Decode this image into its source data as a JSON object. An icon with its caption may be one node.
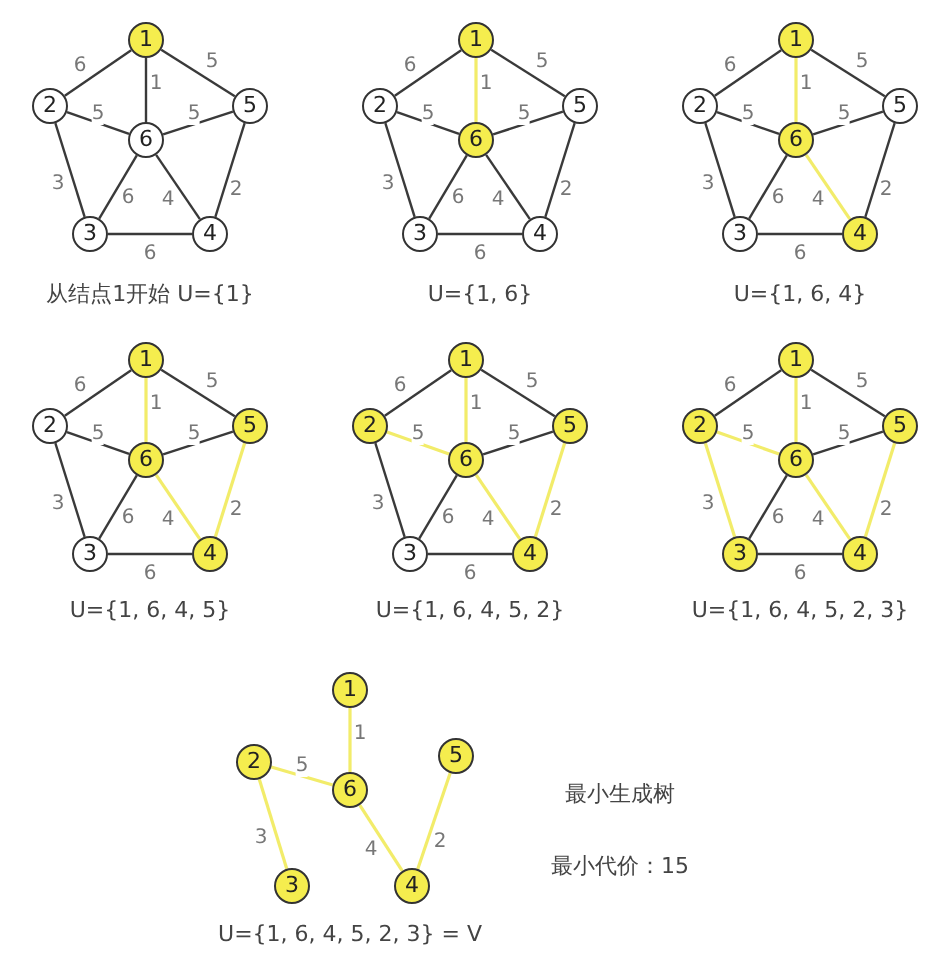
{
  "diagram": {
    "nodes": [
      {
        "text": [
          "1"
        ]
      },
      {
        "text": [
          "2"
        ]
      },
      {
        "text": [
          "5"
        ]
      },
      {
        "text": [
          "6"
        ]
      },
      {
        "text": [
          "3"
        ]
      },
      {
        "text": [
          "4"
        ]
      },
      {
        "text": [
          "1"
        ]
      },
      {
        "text": [
          "2"
        ]
      },
      {
        "text": [
          "5"
        ]
      },
      {
        "text": [
          "6"
        ]
      },
      {
        "text": [
          "3"
        ]
      },
      {
        "text": [
          "4"
        ]
      },
      {
        "text": [
          "1"
        ]
      },
      {
        "text": [
          "2"
        ]
      },
      {
        "text": [
          "5"
        ]
      },
      {
        "text": [
          "6"
        ]
      },
      {
        "text": [
          "3"
        ]
      },
      {
        "text": [
          "4"
        ]
      },
      {
        "text": [
          "1"
        ]
      },
      {
        "text": [
          "2"
        ]
      },
      {
        "text": [
          "5"
        ]
      },
      {
        "text": [
          "6"
        ]
      },
      {
        "text": [
          "3"
        ]
      },
      {
        "text": [
          "4"
        ]
      },
      {
        "text": [
          "1"
        ]
      },
      {
        "text": [
          "2"
        ]
      },
      {
        "text": [
          "5"
        ]
      },
      {
        "text": [
          "6"
        ]
      },
      {
        "text": [
          "3"
        ]
      },
      {
        "text": [
          "4"
        ]
      },
      {
        "text": [
          "1"
        ]
      },
      {
        "text": [
          "2"
        ]
      },
      {
        "text": [
          "5"
        ]
      },
      {
        "text": [
          "6"
        ]
      },
      {
        "text": [
          "3"
        ]
      },
      {
        "text": [
          "4"
        ]
      },
      {
        "text": [
          "1"
        ]
      },
      {
        "text": [
          "2"
        ]
      },
      {
        "text": [
          "5"
        ]
      },
      {
        "text": [
          "6"
        ]
      },
      {
        "text": [
          "3"
        ]
      },
      {
        "text": [
          "4"
        ]
      }
    ],
    "edges": [
      {
        "from": 0,
        "to": 1,
        "arrow": "none",
        "label": "6"
      },
      {
        "from": 0,
        "to": 3,
        "arrow": "none",
        "label": "1"
      },
      {
        "from": 0,
        "to": 2,
        "arrow": "none",
        "label": "5"
      },
      {
        "from": 1,
        "to": 3,
        "arrow": "none",
        "label": "5"
      },
      {
        "from": 3,
        "to": 2,
        "arrow": "none",
        "label": "5"
      },
      {
        "from": 1,
        "to": 4,
        "arrow": "none",
        "label": "3"
      },
      {
        "from": 3,
        "to": 4,
        "arrow": "none",
        "label": "6"
      },
      {
        "from": 3,
        "to": 5,
        "arrow": "none",
        "label": "4"
      },
      {
        "from": 2,
        "to": 5,
        "arrow": "none",
        "label": "2"
      },
      {
        "from": 4,
        "to": 5,
        "arrow": "none",
        "label": "6"
      },
      {
        "from": 6,
        "to": 7,
        "arrow": "none",
        "label": "6"
      },
      {
        "from": 6,
        "to": 9,
        "arrow": "none",
        "label": "1",
        "color": "#f2ec6a"
      },
      {
        "from": 6,
        "to": 8,
        "arrow": "none",
        "label": "5"
      },
      {
        "from": 7,
        "to": 9,
        "arrow": "none",
        "label": "5"
      },
      {
        "from": 9,
        "to": 8,
        "arrow": "none",
        "label": "5"
      },
      {
        "from": 7,
        "to": 10,
        "arrow": "none",
        "label": "3"
      },
      {
        "from": 9,
        "to": 10,
        "arrow": "none",
        "label": "6"
      },
      {
        "from": 9,
        "to": 11,
        "arrow": "none",
        "label": "4"
      },
      {
        "from": 8,
        "to": 11,
        "arrow": "none",
        "label": "2"
      },
      {
        "from": 10,
        "to": 11,
        "arrow": "none",
        "label": "6"
      },
      {
        "from": 12,
        "to": 13,
        "arrow": "none",
        "label": "6"
      },
      {
        "from": 12,
        "to": 15,
        "arrow": "none",
        "label": "1",
        "color": "#f2ec6a"
      },
      {
        "from": 12,
        "to": 14,
        "arrow": "none",
        "label": "5"
      },
      {
        "from": 13,
        "to": 15,
        "arrow": "none",
        "label": "5"
      },
      {
        "from": 15,
        "to": 14,
        "arrow": "none",
        "label": "5"
      },
      {
        "from": 13,
        "to": 16,
        "arrow": "none",
        "label": "3"
      },
      {
        "from": 15,
        "to": 16,
        "arrow": "none",
        "label": "6"
      },
      {
        "from": 15,
        "to": 17,
        "arrow": "none",
        "label": "4",
        "color": "#f2ec6a"
      },
      {
        "from": 14,
        "to": 17,
        "arrow": "none",
        "label": "2"
      },
      {
        "from": 16,
        "to": 17,
        "arrow": "none",
        "label": "6"
      },
      {
        "from": 18,
        "to": 19,
        "arrow": "none",
        "label": "6"
      },
      {
        "from": 18,
        "to": 21,
        "arrow": "none",
        "label": "1",
        "color": "#f2ec6a"
      },
      {
        "from": 18,
        "to": 20,
        "arrow": "none",
        "label": "5"
      },
      {
        "from": 19,
        "to": 21,
        "arrow": "none",
        "label": "5"
      },
      {
        "from": 21,
        "to": 20,
        "arrow": "none",
        "label": "5"
      },
      {
        "from": 19,
        "to": 22,
        "arrow": "none",
        "label": "3"
      },
      {
        "from": 21,
        "to": 22,
        "arrow": "none",
        "label": "6"
      },
      {
        "from": 21,
        "to": 23,
        "arrow": "none",
        "label": "4",
        "color": "#f2ec6a"
      },
      {
        "from": 20,
        "to": 23,
        "arrow": "none",
        "label": "2",
        "color": "#f2ec6a"
      },
      {
        "from": 22,
        "to": 23,
        "arrow": "none",
        "label": "6"
      },
      {
        "from": 24,
        "to": 25,
        "arrow": "none",
        "label": "6"
      },
      {
        "from": 24,
        "to": 27,
        "arrow": "none",
        "label": "1",
        "color": "#f2ec6a"
      },
      {
        "from": 24,
        "to": 26,
        "arrow": "none",
        "label": "5"
      },
      {
        "from": 25,
        "to": 27,
        "arrow": "none",
        "label": "5",
        "color": "#f2ec6a"
      },
      {
        "from": 27,
        "to": 26,
        "arrow": "none",
        "label": "5"
      },
      {
        "from": 25,
        "to": 28,
        "arrow": "none",
        "label": "3"
      },
      {
        "from": 27,
        "to": 28,
        "arrow": "none",
        "label": "6"
      },
      {
        "from": 27,
        "to": 29,
        "arrow": "none",
        "label": "4",
        "color": "#f2ec6a"
      },
      {
        "from": 26,
        "to": 29,
        "arrow": "none",
        "label": "2",
        "color": "#f2ec6a"
      },
      {
        "from": 28,
        "to": 29,
        "arrow": "none",
        "label": "6"
      },
      {
        "from": 30,
        "to": 31,
        "arrow": "none",
        "label": "6"
      },
      {
        "from": 30,
        "to": 33,
        "arrow": "none",
        "label": "1",
        "color": "#f2ec6a"
      },
      {
        "from": 30,
        "to": 32,
        "arrow": "none",
        "label": "5"
      },
      {
        "from": 31,
        "to": 33,
        "arrow": "none",
        "label": "5",
        "color": "#f2ec6a"
      },
      {
        "from": 33,
        "to": 32,
        "arrow": "none",
        "label": "5"
      },
      {
        "from": 31,
        "to": 34,
        "arrow": "none",
        "label": "3",
        "color": "#f2ec6a"
      },
      {
        "from": 33,
        "to": 34,
        "arrow": "none",
        "label": "6"
      },
      {
        "from": 33,
        "to": 35,
        "arrow": "none",
        "label": "4",
        "color": "#f2ec6a"
      },
      {
        "from": 32,
        "to": 35,
        "arrow": "none",
        "label": "2",
        "color": "#f2ec6a"
      },
      {
        "from": 34,
        "to": 35,
        "arrow": "none",
        "label": "6"
      },
      {
        "from": 36,
        "to": 39,
        "arrow": "none",
        "label": "1",
        "color": "#f2ec6a"
      },
      {
        "from": 37,
        "to": 39,
        "arrow": "none",
        "label": "5",
        "color": "#f2ec6a"
      },
      {
        "from": 37,
        "to": 40,
        "arrow": "none",
        "label": "3",
        "color": "#f2ec6a"
      },
      {
        "from": 39,
        "to": 41,
        "arrow": "none",
        "label": "4",
        "color": "#f2ec6a"
      },
      {
        "from": 38,
        "to": 41,
        "arrow": "none",
        "label": "2",
        "color": "#f2ec6a"
      }
    ],
    "labels": [
      "从结点1开始 U={1}",
      "U={1, 6}",
      "U={1, 6, 4}",
      "U={1, 6, 4, 5}",
      "U={1, 6, 4, 5, 2}",
      "U={1, 6, 4, 5, 2, 3}",
      "最小生成树",
      "最小代价：15",
      "U={1, 6, 4, 5, 2, 3} = V"
    ]
  }
}
